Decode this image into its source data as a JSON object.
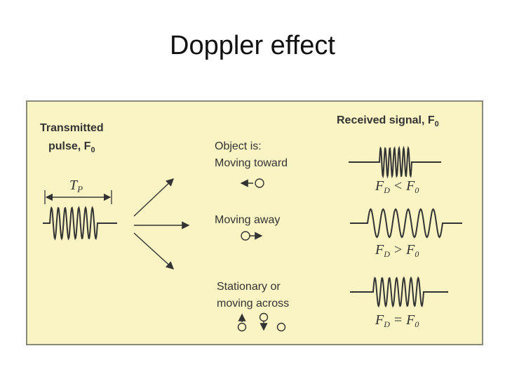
{
  "slide": {
    "title": "Doppler effect"
  },
  "diagram": {
    "transmitted_label_line1": "Transmitted",
    "transmitted_label_line2": "pulse, F",
    "received_label": "Received signal, F",
    "subscript_zero": "0",
    "pulse_width_label": "T",
    "pulse_width_sub": "P",
    "cases": [
      {
        "label_lines": [
          "Object is:",
          "Moving toward"
        ],
        "relation": "F",
        "relation_sub": "D",
        "operator": "<",
        "rhs": "F",
        "rhs_sub": "0"
      },
      {
        "label_lines": [
          "Moving away"
        ],
        "relation": "F",
        "relation_sub": "D",
        "operator": ">",
        "rhs": "F",
        "rhs_sub": "0"
      },
      {
        "label_lines": [
          "Stationary or",
          "moving across"
        ],
        "relation": "F",
        "relation_sub": "D",
        "operator": "=",
        "rhs": "F",
        "rhs_sub": "0"
      }
    ],
    "colors": {
      "background": "#faf3c4",
      "ink": "#333333",
      "border": "#8a8a7a"
    }
  }
}
